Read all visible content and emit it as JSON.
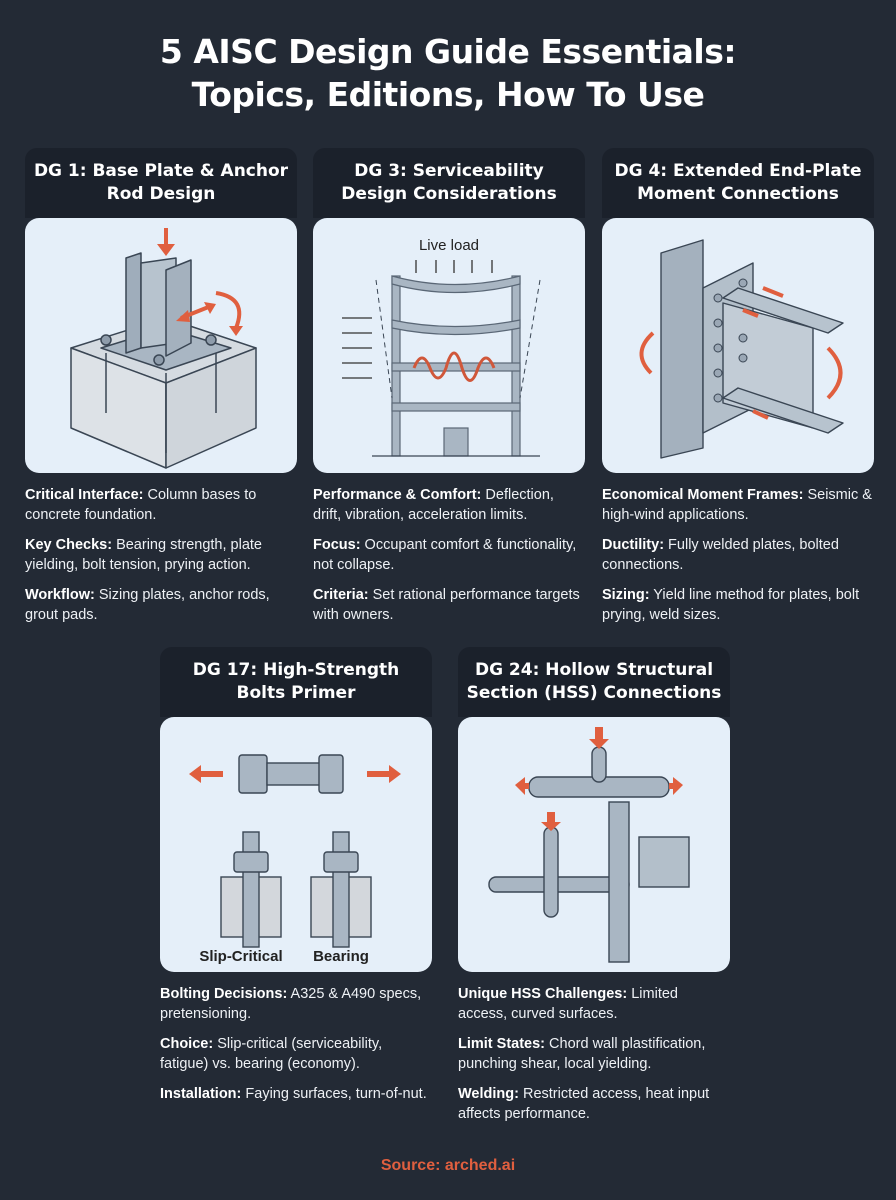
{
  "title": {
    "line1": "5 AISC Design Guide Essentials:",
    "line2": "Topics, Editions, How To Use"
  },
  "cards": [
    {
      "heading": "DG 1: Base Plate & Anchor Rod Design",
      "illustration": "base-plate-anchor-rod",
      "points": [
        {
          "label": "Critical Interface:",
          "text": " Column bases to concrete foundation."
        },
        {
          "label": "Key Checks:",
          "text": " Bearing strength, plate yielding, bolt tension, prying action."
        },
        {
          "label": "Workflow:",
          "text": " Sizing plates, anchor rods, grout pads."
        }
      ]
    },
    {
      "heading": "DG 3: Serviceability Design Considerations",
      "illustration": "building-frame-serviceability",
      "illustration_label": "Live load",
      "points": [
        {
          "label": "Performance & Comfort:",
          "text": " Deflection, drift, vibration, acceleration limits."
        },
        {
          "label": "Focus:",
          "text": " Occupant comfort & functionality, not collapse."
        },
        {
          "label": "Criteria:",
          "text": " Set rational performance targets with owners."
        }
      ]
    },
    {
      "heading": "DG 4: Extended End-Plate Moment Connections",
      "illustration": "end-plate-moment-connection",
      "points": [
        {
          "label": "Economical Moment Frames:",
          "text": " Seismic & high-wind applications."
        },
        {
          "label": "Ductility:",
          "text": " Fully welded plates, bolted connections."
        },
        {
          "label": "Sizing:",
          "text": " Yield line method for plates, bolt prying, weld sizes."
        }
      ]
    },
    {
      "heading": "DG 17: High-Strength Bolts Primer",
      "illustration": "high-strength-bolts",
      "illustration_labels": [
        "Slip-Critical",
        "Bearing"
      ],
      "points": [
        {
          "label": "Bolting Decisions:",
          "text": " A325 & A490 specs, pretensioning."
        },
        {
          "label": "Choice:",
          "text": " Slip-critical (serviceability, fatigue) vs. bearing (economy)."
        },
        {
          "label": "Installation:",
          "text": " Faying surfaces, turn-of-nut."
        }
      ]
    },
    {
      "heading": "DG 24: Hollow Structural Section (HSS) Connections",
      "illustration": "hss-connections",
      "points": [
        {
          "label": "Unique HSS Challenges:",
          "text": " Limited access, curved surfaces."
        },
        {
          "label": "Limit States:",
          "text": " Chord wall plastification, punching shear, local yielding."
        },
        {
          "label": "Welding:",
          "text": " Restricted access, heat input affects performance."
        }
      ]
    }
  ],
  "source": "Source: arched.ai",
  "colors": {
    "background": "#232a35",
    "card_header": "#1b212b",
    "illustration_bg": "#e5eff9",
    "accent": "#e05f3f",
    "steel": "#a9b6c3"
  }
}
